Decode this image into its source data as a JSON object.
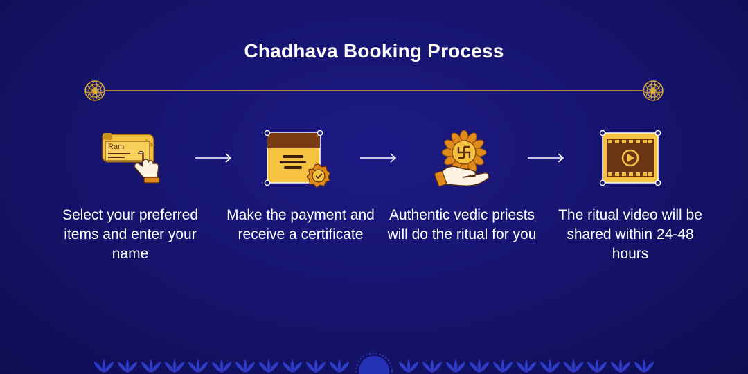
{
  "title": "Chadhava Booking Process",
  "colors": {
    "background": "#15136b",
    "gold": "#f5c242",
    "dark_gold": "#c9901c",
    "brown": "#5a2e10",
    "accent_orange": "#e08a1a",
    "divider": "#d9a93a",
    "footer_pattern": "#2d3bc7"
  },
  "steps": [
    {
      "icon": "scroll-hand-icon",
      "icon_text": "Ram",
      "text": "Select your preferred items and enter your name"
    },
    {
      "icon": "certificate-icon",
      "text": "Make the payment and receive a certificate"
    },
    {
      "icon": "swastik-hand-icon",
      "text": "Authentic vedic priests will do the ritual for you"
    },
    {
      "icon": "video-film-icon",
      "text": "The ritual video will be shared within 24-48 hours"
    }
  ]
}
